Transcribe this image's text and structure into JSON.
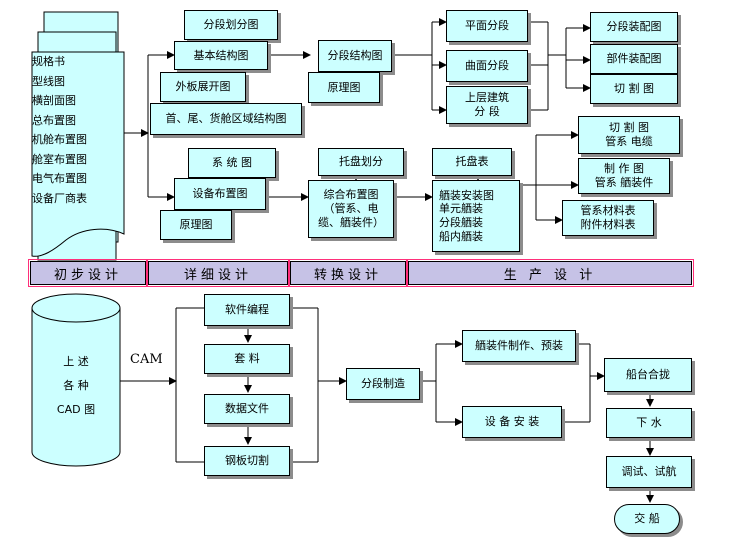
{
  "documents": {
    "list": "规格书\n型线图\n横剖面图\n总布置图\n机舱布置图\n舱室布置图\n电气布置图\n设备厂商表"
  },
  "nodes": {
    "seg_plan": "分段划分图",
    "basic_struct": "基本结构图",
    "outer_plate": "外板展开图",
    "bow_stern": "首、尾、货舱区域结构图",
    "seg_struct": "分段结构图",
    "principle_a": "原理图",
    "flat_seg": "平面分段",
    "curved_seg": "曲面分段",
    "upper_seg": "上层建筑\n分      段",
    "seg_assembly": "分段装配图",
    "part_assembly": "部件装配图",
    "cutting_a": "切  割  图",
    "system": "系  统  图",
    "equip_layout": "设备布置图",
    "principle_b": "原理图",
    "tray_div": "托盘划分",
    "composite": "综合布置图\n（管系、电\n缆、舾装件）",
    "tray_table": "托盘表",
    "outfit_list": "舾装安装图\n单元舾装\n分段舾装\n船内舾装",
    "cut_pipe": "切  割  图\n管系    电缆",
    "make_drawing": "制   作   图\n管系  舾装件",
    "material": "管系材料表\n附件材料表",
    "software": "软件编程",
    "nesting": "套   料",
    "data_file": "数据文件",
    "steel_cut": "钢板切割",
    "seg_build": "分段制造",
    "outfit_make": "舾装件制作、预装",
    "equip_install": "设 备 安 装",
    "berth": "船台合拢",
    "launch": "下   水",
    "trial": "调试、试航",
    "delivery": "交 船"
  },
  "stages": [
    "初步设计",
    "详细设计",
    "转换设计",
    "生  产  设  计"
  ],
  "cad": {
    "label": "CAM",
    "cylinder": "上    述\n各    种\nCAD 图"
  }
}
